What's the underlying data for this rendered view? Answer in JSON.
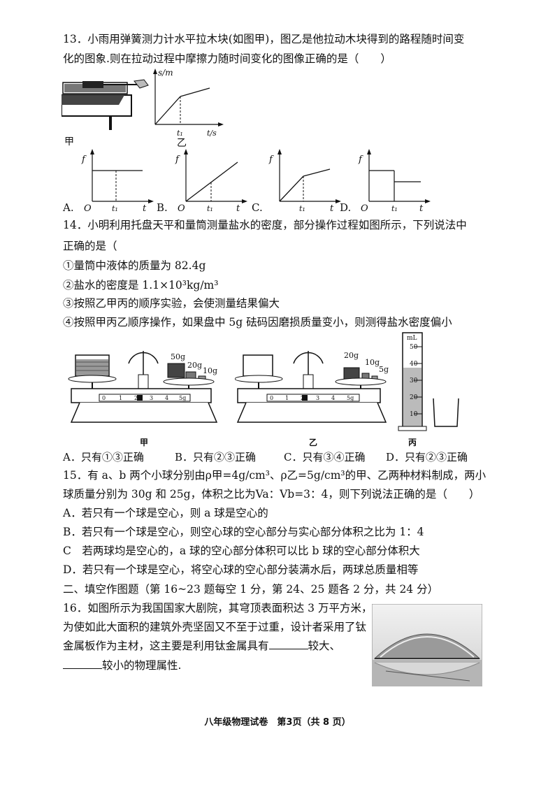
{
  "q13": {
    "line1": "13．小雨用弹簧测力计水平拉木块(如图甲)，图乙是他拉动木块得到的路程随时间变",
    "line2": "化的图象.则在拉动过程中摩擦力随时间变化的图像正确的是（　　）",
    "fig_jia": "甲",
    "fig_yi": "乙",
    "s_axis": "s/m",
    "t_axis": "t/s",
    "t1": "t₁",
    "f": "f",
    "O": "O",
    "t": "t",
    "options": [
      "A.",
      "B.",
      "C.",
      "D."
    ]
  },
  "q14": {
    "line1": "14．小明利用托盘天平和量筒测量盐水的密度，部分操作过程如图所示，下列说法中",
    "line2": "正确的是（",
    "s1": "①量筒中液体的质量为 82.4g",
    "s2": "②盐水的密度是 1.1×10³kg/m³",
    "s3": "③按照乙甲丙的顺序实验，会使测量结果偏大",
    "s4": "④按照甲丙乙顺序操作，如果盘中 5g 砝码因磨损质量变小，则测得盐水密度偏小",
    "fig_labels": [
      "甲",
      "乙",
      "丙"
    ],
    "weights_jia": [
      "50g",
      "20g",
      "10g"
    ],
    "weights_yi": [
      "20g",
      "10g",
      "5g"
    ],
    "scale_ticks": [
      "0",
      "1",
      "2",
      "3",
      "4",
      "5g"
    ],
    "cylinder_unit": "mL",
    "cylinder_ticks": [
      "50",
      "40",
      "30",
      "20",
      "10"
    ],
    "options": [
      "A．只有①③正确",
      "B．只有②③正确",
      "C．只有③④正确",
      "D．只有②③正确"
    ]
  },
  "q15": {
    "line1": "15．有 a、b 两个小球分别由ρ甲=4g/cm³、ρ乙=5g/cm³的甲、乙两种材料制成，两小",
    "line2": "球质量分别为 30g 和 25g，体积之比为Va：Vb=3：4，则下列说法正确的是（　　）",
    "A": "A．若只有一个球是空心，则 a 球是空心的",
    "B": "B．若只有一个球是空心，则空心球的空心部分与实心部分体积之比为 1：4",
    "C": "C　若两球均是空心的，a 球的空心部分体积可以比 b 球的空心部分体积大",
    "D": "D．若只有一个球是空心，将空心球的空心部分装满水后，两球总质量相等"
  },
  "section2": "二、填空作图题（第 16~23 题每空 1 分，第 24、25 题各 2 分，共 24 分）",
  "q16": {
    "line1": "16．如图所示为我国国家大剧院，其穹顶表面积达 3 万平方米，",
    "line2": "为使如此大面积的建筑外壳坚固又不至于过重，设计者采用了钛",
    "line3a": "金属板作为主材，这主要是利用钛金属具有",
    "line3b": "较大、",
    "line4": "较小的物理属性."
  },
  "footer": "八年级物理试卷　第3页（共 8 页）"
}
